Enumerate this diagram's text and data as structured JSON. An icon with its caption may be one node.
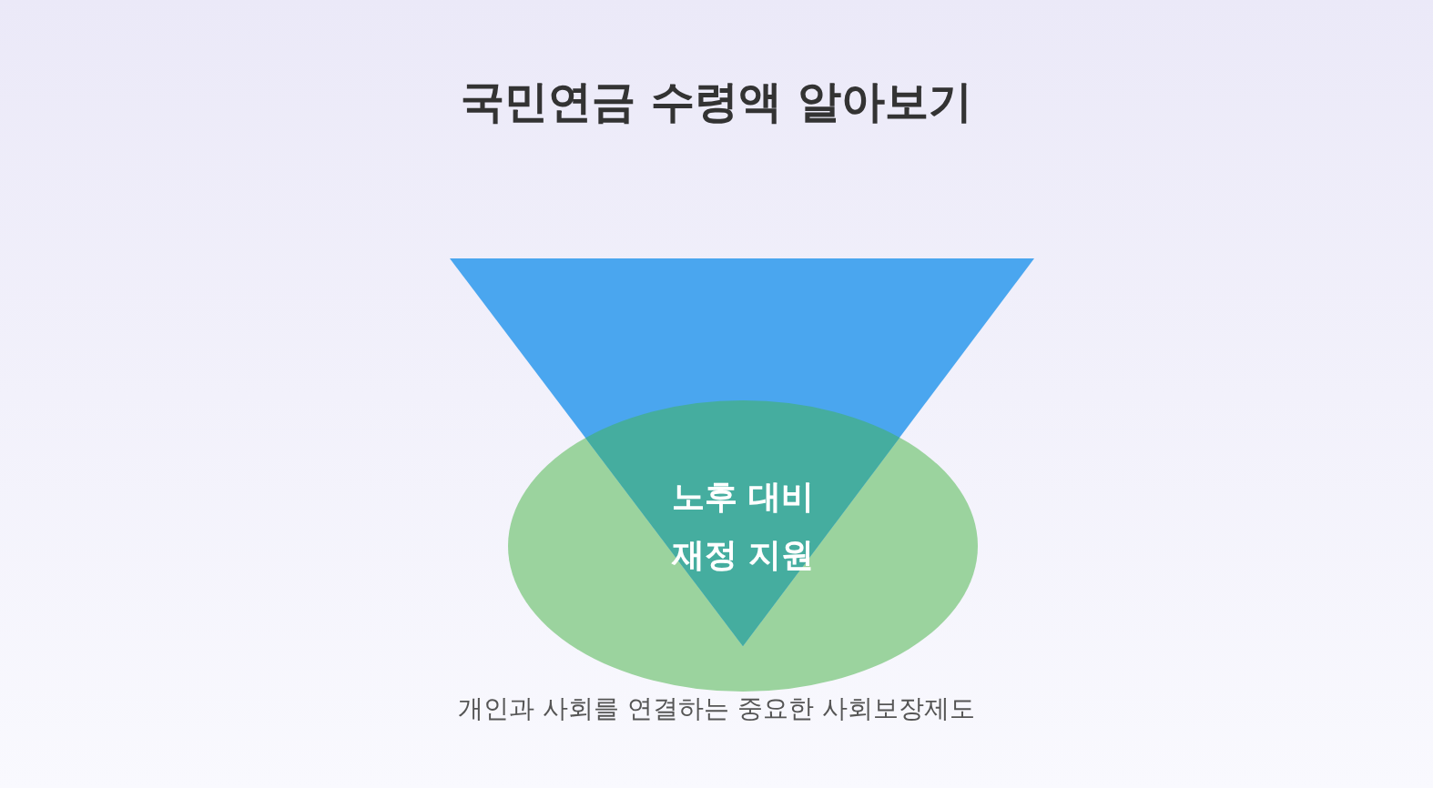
{
  "diagram": {
    "title": "국민연금 수령액 알아보기",
    "caption": "개인과 사회를 연결하는 중요한 사회보장제도",
    "nodes": [
      {
        "text": [],
        "shape": "triangle"
      },
      {
        "text": [
          "노후 대비 재정 지원"
        ]
      }
    ]
  }
}
